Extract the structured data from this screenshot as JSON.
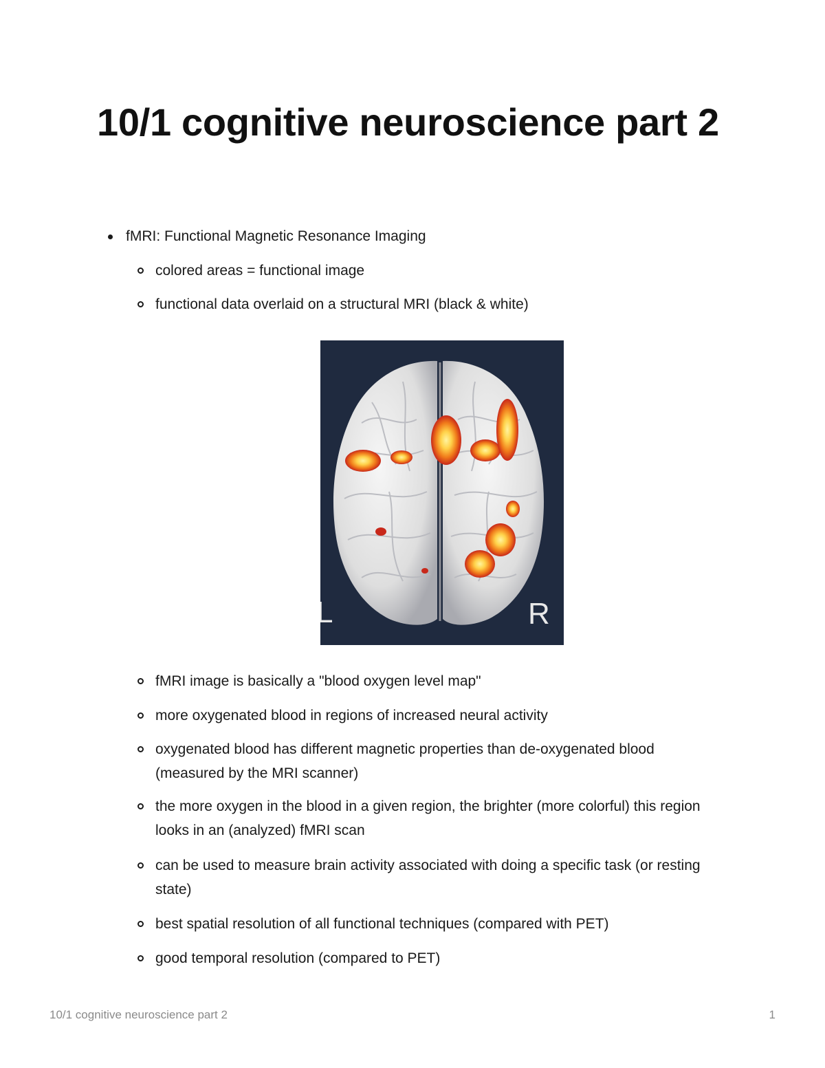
{
  "document": {
    "title": "10/1 cognitive neuroscience part 2"
  },
  "list": {
    "top_item": "fMRI: Functional Magnetic Resonance Imaging",
    "sub_items_before_figure": [
      "colored areas = functional image",
      "functional data overlaid on a structural MRI (black & white)"
    ],
    "sub_items_after_figure": [
      "fMRI image is basically a \"blood oxygen level map\"",
      "more oxygenated blood in regions of increased neural activity",
      "oxygenated blood has different magnetic properties than de-oxygenated blood (measured by the MRI scanner)",
      "the more oxygen in the blood in a given region, the brighter (more colorful) this region looks in an (analyzed) fMRI scan",
      "can be used to measure brain activity associated with doing a specific task (or resting state)",
      "best spatial resolution of all functional techniques (compared with PET)",
      "good temporal resolution (compared to PET)"
    ]
  },
  "figure": {
    "left_label": "L",
    "right_label": "R",
    "background_color": "#1f2a3f",
    "brain_color": "#e6e6e6",
    "activation_colors": [
      "#c8281a",
      "#f07a1a",
      "#ffd24a",
      "#fff4a0"
    ]
  },
  "footer": {
    "title": "10/1 cognitive neuroscience part 2",
    "page_number": "1"
  }
}
